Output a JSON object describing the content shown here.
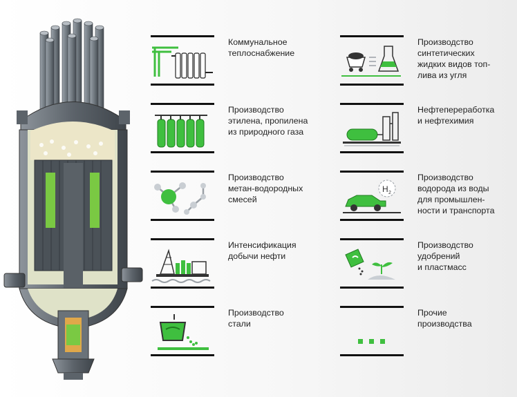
{
  "colors": {
    "accent": "#3fbf3f",
    "dark": "#111111",
    "steel": "#6d747c"
  },
  "reactor": {
    "icon": "nuclear-reactor-cutaway-icon"
  },
  "applications": [
    {
      "label": "Коммунальное\nтеплоснабжение",
      "icon": "radiator-pipes-icon"
    },
    {
      "label": "Производство\nэтилена, пропилена\nиз природного газа",
      "icon": "gas-cylinders-icon"
    },
    {
      "label": "Производство\nметан-водородных\nсмесей",
      "icon": "molecule-icon"
    },
    {
      "label": "Интенсификация\nдобычи нефти",
      "icon": "oil-platform-icon"
    },
    {
      "label": "Производство\nстали",
      "icon": "steel-ladle-icon"
    },
    {
      "label": "Производство\nсинтетических\nжидких видов топ-\nлива из угля",
      "icon": "coal-to-fuel-icon"
    },
    {
      "label": "Нефтепереработка\nи нефтехимия",
      "icon": "refinery-icon"
    },
    {
      "label": "Производство\nводорода из воды\nдля промышлен-\nности и транспорта",
      "icon": "hydrogen-car-icon"
    },
    {
      "label": "Производство\nудобрений\nи пластмасс",
      "icon": "fertilizer-plant-icon"
    },
    {
      "label": "Прочие\nпроизводства",
      "icon": "ellipsis-icon"
    }
  ]
}
